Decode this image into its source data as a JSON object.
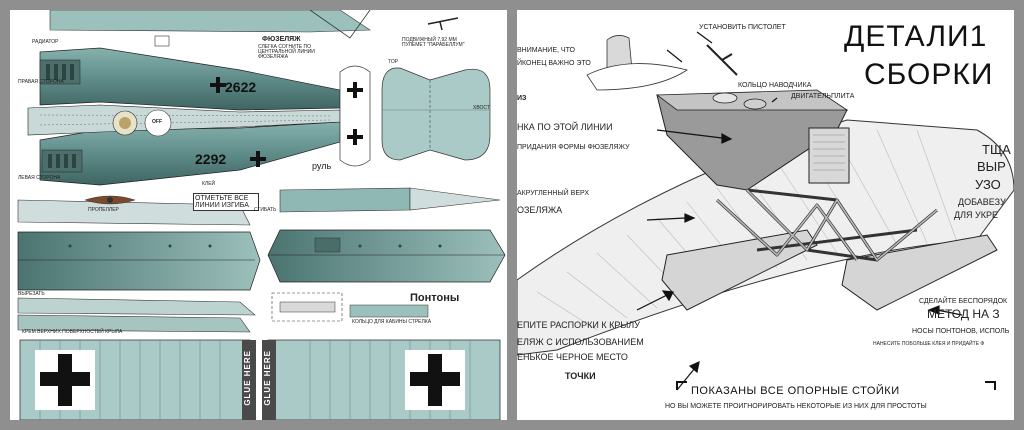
{
  "left_panel": {
    "labels": {
      "note_top": "ФЮЗЕЛЯЖ",
      "note_top_sub": "СЛЕГКА СОГНИТЕ ПО ЦЕНТРАЛЬНОЙ ЛИНИИ ФЮЗЕЛЯЖА",
      "machine_gun": "ПОДВИЖНЫЙ 7,92 ММ ПУЛЕМЕТ \"ПАРАБЕЛЛУМ\"",
      "code_top": "2622",
      "code_bottom": "2292",
      "rudder": "руль",
      "top_mark": "ТОР",
      "tail_mark": "ХВОСТ",
      "fold_note": "ОТМЕТЬТЕ ВСЕ ЛИНИИ ИЗГИБА",
      "pontoons": "Понтоны",
      "gunner_ring": "КОЛЬЦО ДЛЯ КАБИНЫ СТРЕЛКА",
      "wing_note": "КРЕМ ВЕРХНИХ ПОВЕРХНОСТЕЙ КРЫЛА",
      "glue_left": "GLUE HERE",
      "glue_right": "GLUE HERE",
      "propeller": "ПРОПЕЛЛЕР",
      "radiator": "РАДИАТОР",
      "glue_note": "КЛЕЙ",
      "bend_note": "СГИБАТЬ",
      "side_a": "ЛЕВАЯ СТОРОНА",
      "side_b": "ПРАВАЯ СТОРОНА",
      "cut_note": "ВЫРЕЗАТЬ",
      "disc_code": "OFF"
    }
  },
  "right_panel": {
    "heading_line1": "ДЕТАЛИ1",
    "heading_line2": "СБОРКИ",
    "labels": {
      "pistol": "УСТАНОВИТЬ ПИСТОЛЕТ",
      "attention": "ВНИМАНИЕ, ЧТО",
      "attention2": "ЙКОНЕЦ ВАЖНО ЭТО",
      "attention3": "ИЗ",
      "gunner_ring": "КОЛЬЦО НАВОДЧИКА",
      "engine_plate": "ДВИГАТЕЛЬПЛИТА",
      "fold_line": "НКА ПО ЭТОЙ ЛИНИИ",
      "fold_line2": "ПРИДАНИЯ ФОРМЫ ФЮЗЕЛЯЖУ",
      "rounded_top": "АКРУГЛЕННЫЙ ВЕРХ",
      "rounded_top2": "ОЗЕЛЯЖА",
      "careful1": "ТЩА",
      "careful2": "ВЫР",
      "careful3": "УЗО",
      "careful4": "ДОБАВЕЗУ",
      "careful5": "ДЛЯ УКРЕ",
      "glue_struts1": "ЕПИТЕ РАСПОРКИ К КРЫЛУ",
      "glue_struts2": "ЕЛЯЖ С ИСПОЛЬЗОВАНИЕМ",
      "glue_struts3": "ЕНЬКОЕ ЧЕРНОЕ МЕСТО",
      "glue_struts4": "ТОЧКИ",
      "method1": "СДЕЛАЙТЕ БЕСПОРЯДОК",
      "method2": "МЕТОД НА З",
      "method3": "НОСЫ ПОНТОНОВ, ИСПОЛЬ",
      "method4": "НАНЕСИТЕ ПОБОЛЬШЕ КЛЕЯ И ПРИДАЙТЕ Ф",
      "footer1": "ПОКАЗАНЫ ВСЕ ОПОРНЫЕ СТОЙКИ",
      "footer2": "НО ВЫ МОЖЕТЕ ПРОИГНОРИРОВАТЬ НЕКОТОРЫЕ ИЗ НИХ ДЛЯ ПРОСТОТЫ"
    }
  },
  "colors": {
    "teal": "#5f8c89",
    "teal_light": "#9cc0bc",
    "teal_dark": "#3f6562",
    "paper_gray": "#d9d9d9",
    "frame": "#8f8f8f"
  }
}
